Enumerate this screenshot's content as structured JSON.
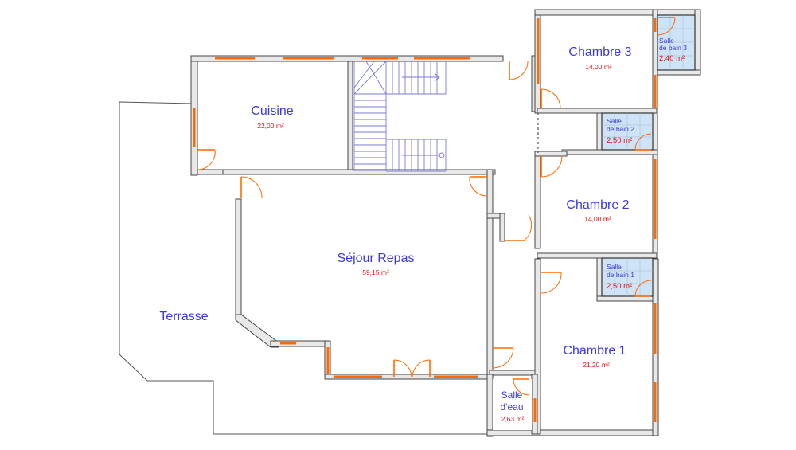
{
  "rooms": {
    "chambre3": {
      "name": "Chambre 3",
      "area": "14,00 m²"
    },
    "cuisine": {
      "name": "Cuisine",
      "area": "22,00 m²"
    },
    "sejour": {
      "name": "Séjour Repas",
      "area": "59,15 m²"
    },
    "terrasse": {
      "name": "Terrasse"
    },
    "chambre2": {
      "name": "Chambre 2",
      "area": "14,00 m²"
    },
    "chambre1": {
      "name": "Chambre 1",
      "area": "21,20 m²"
    },
    "sdb3": {
      "line1": "Salle",
      "line2": "de bain 3",
      "area": "2,40 m²"
    },
    "sdb2": {
      "line1": "Salle",
      "line2": "de bain 2",
      "area": "2,50 m²"
    },
    "sdb1": {
      "line1": "Salle",
      "line2": "de bain 1",
      "area": "2,50 m²"
    },
    "salle_eau": {
      "line1": "Salle",
      "line2": "d'eau",
      "area": "2,63 m²"
    }
  },
  "colors": {
    "window": "#ff6a00",
    "room_label": "#3a3ae0",
    "area_label": "#e01010",
    "bathroom_tile": "#cfe3f7",
    "stair": "#7a7ad8"
  }
}
